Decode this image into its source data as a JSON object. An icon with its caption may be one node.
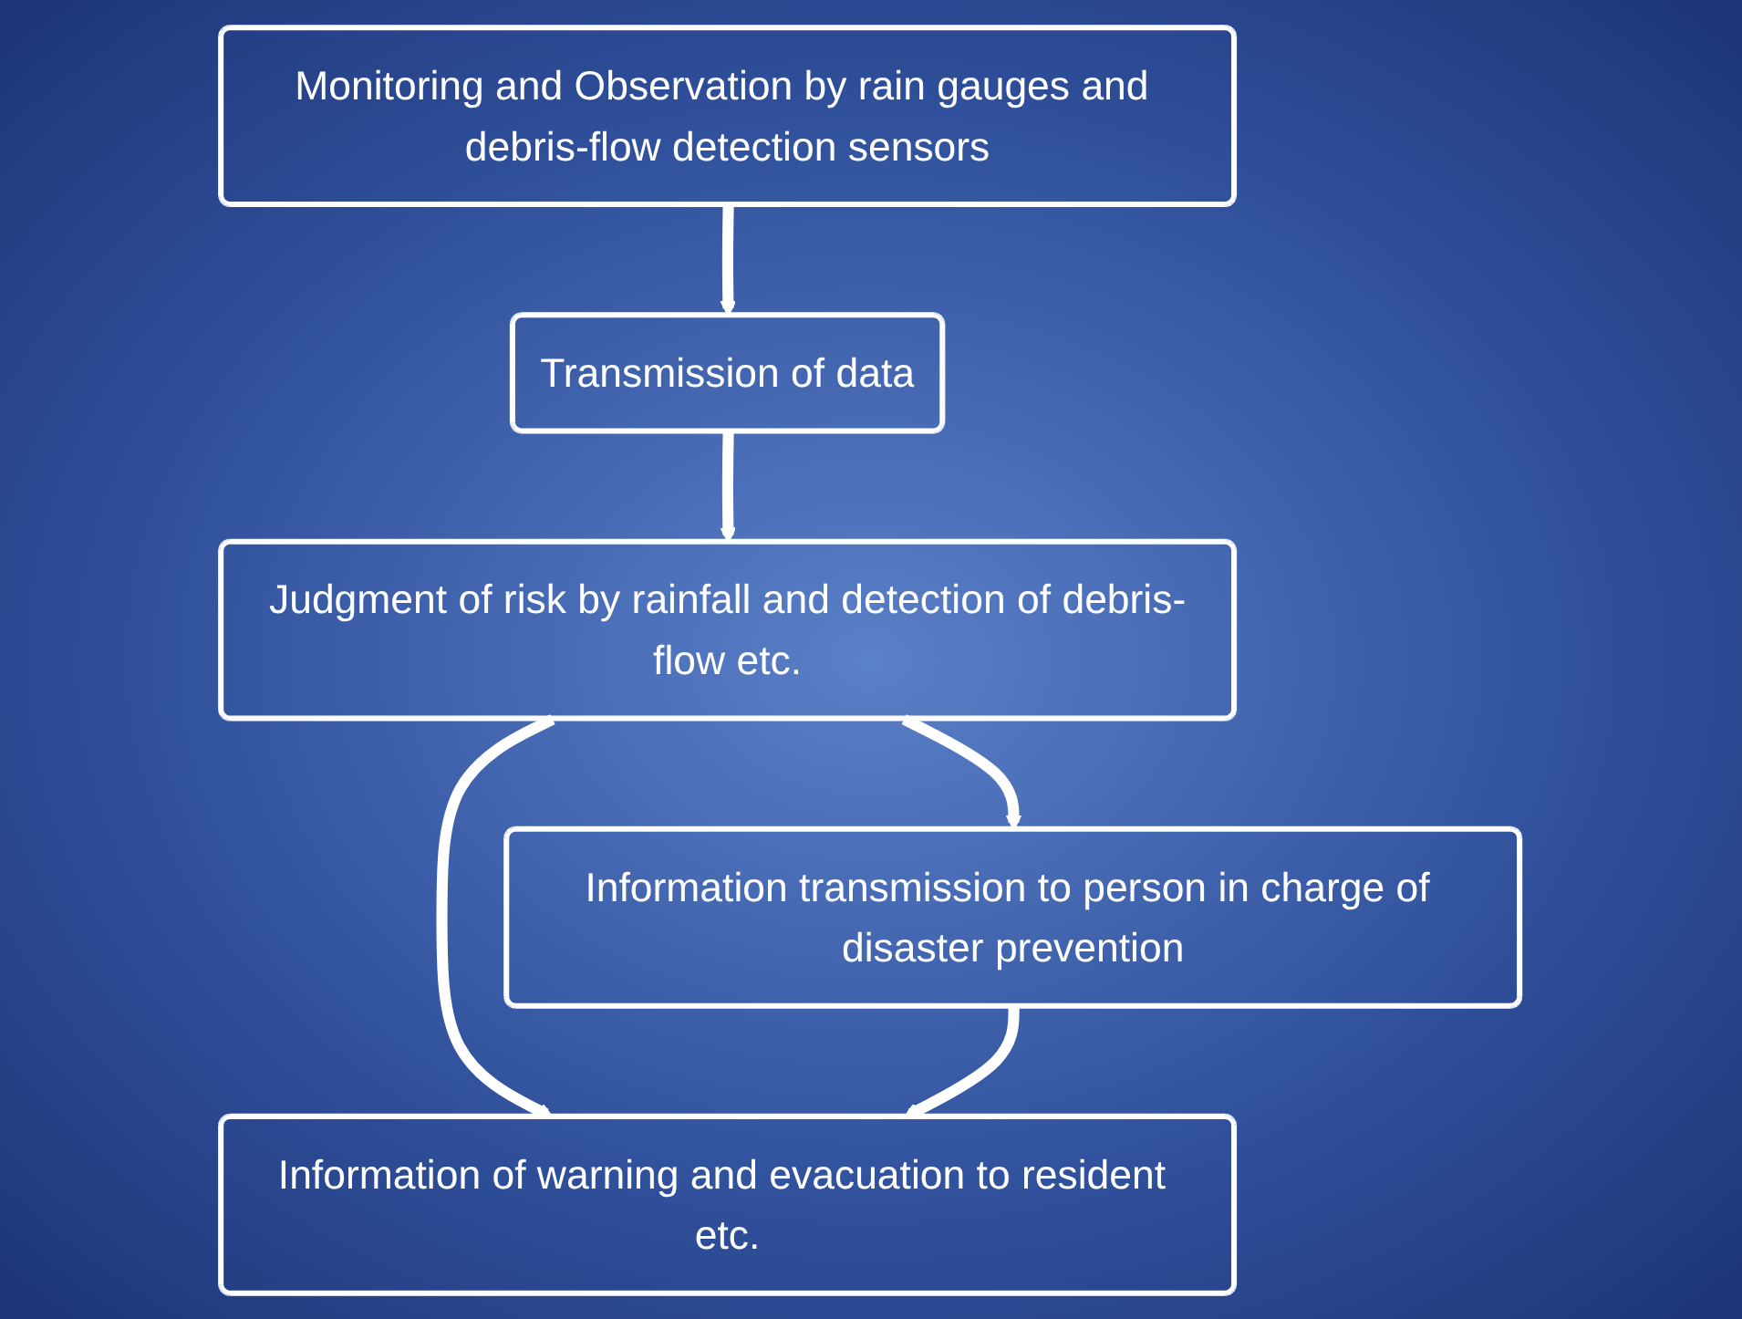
{
  "diagram": {
    "nodes": [
      {
        "text": [
          "Monitoring and Observation by rain gauges and debris-flow detection sensors"
        ]
      },
      {
        "text": [
          "Transmission of data"
        ]
      },
      {
        "text": [
          "Judgment of risk by rainfall and detection of debris-flow etc."
        ]
      },
      {
        "text": [
          "Information transmission to person in charge of disaster prevention"
        ]
      },
      {
        "text": [
          "Information of warning and evacuation to resident etc."
        ]
      }
    ],
    "edges": [
      {
        "from": 0,
        "to": 1,
        "arrow": "to"
      },
      {
        "from": 1,
        "to": 2,
        "arrow": "to"
      },
      {
        "from": 2,
        "to": 3,
        "arrow": "to"
      },
      {
        "from": 2,
        "to": 4,
        "arrow": "to"
      },
      {
        "from": 3,
        "to": 4,
        "arrow": "to"
      }
    ]
  }
}
